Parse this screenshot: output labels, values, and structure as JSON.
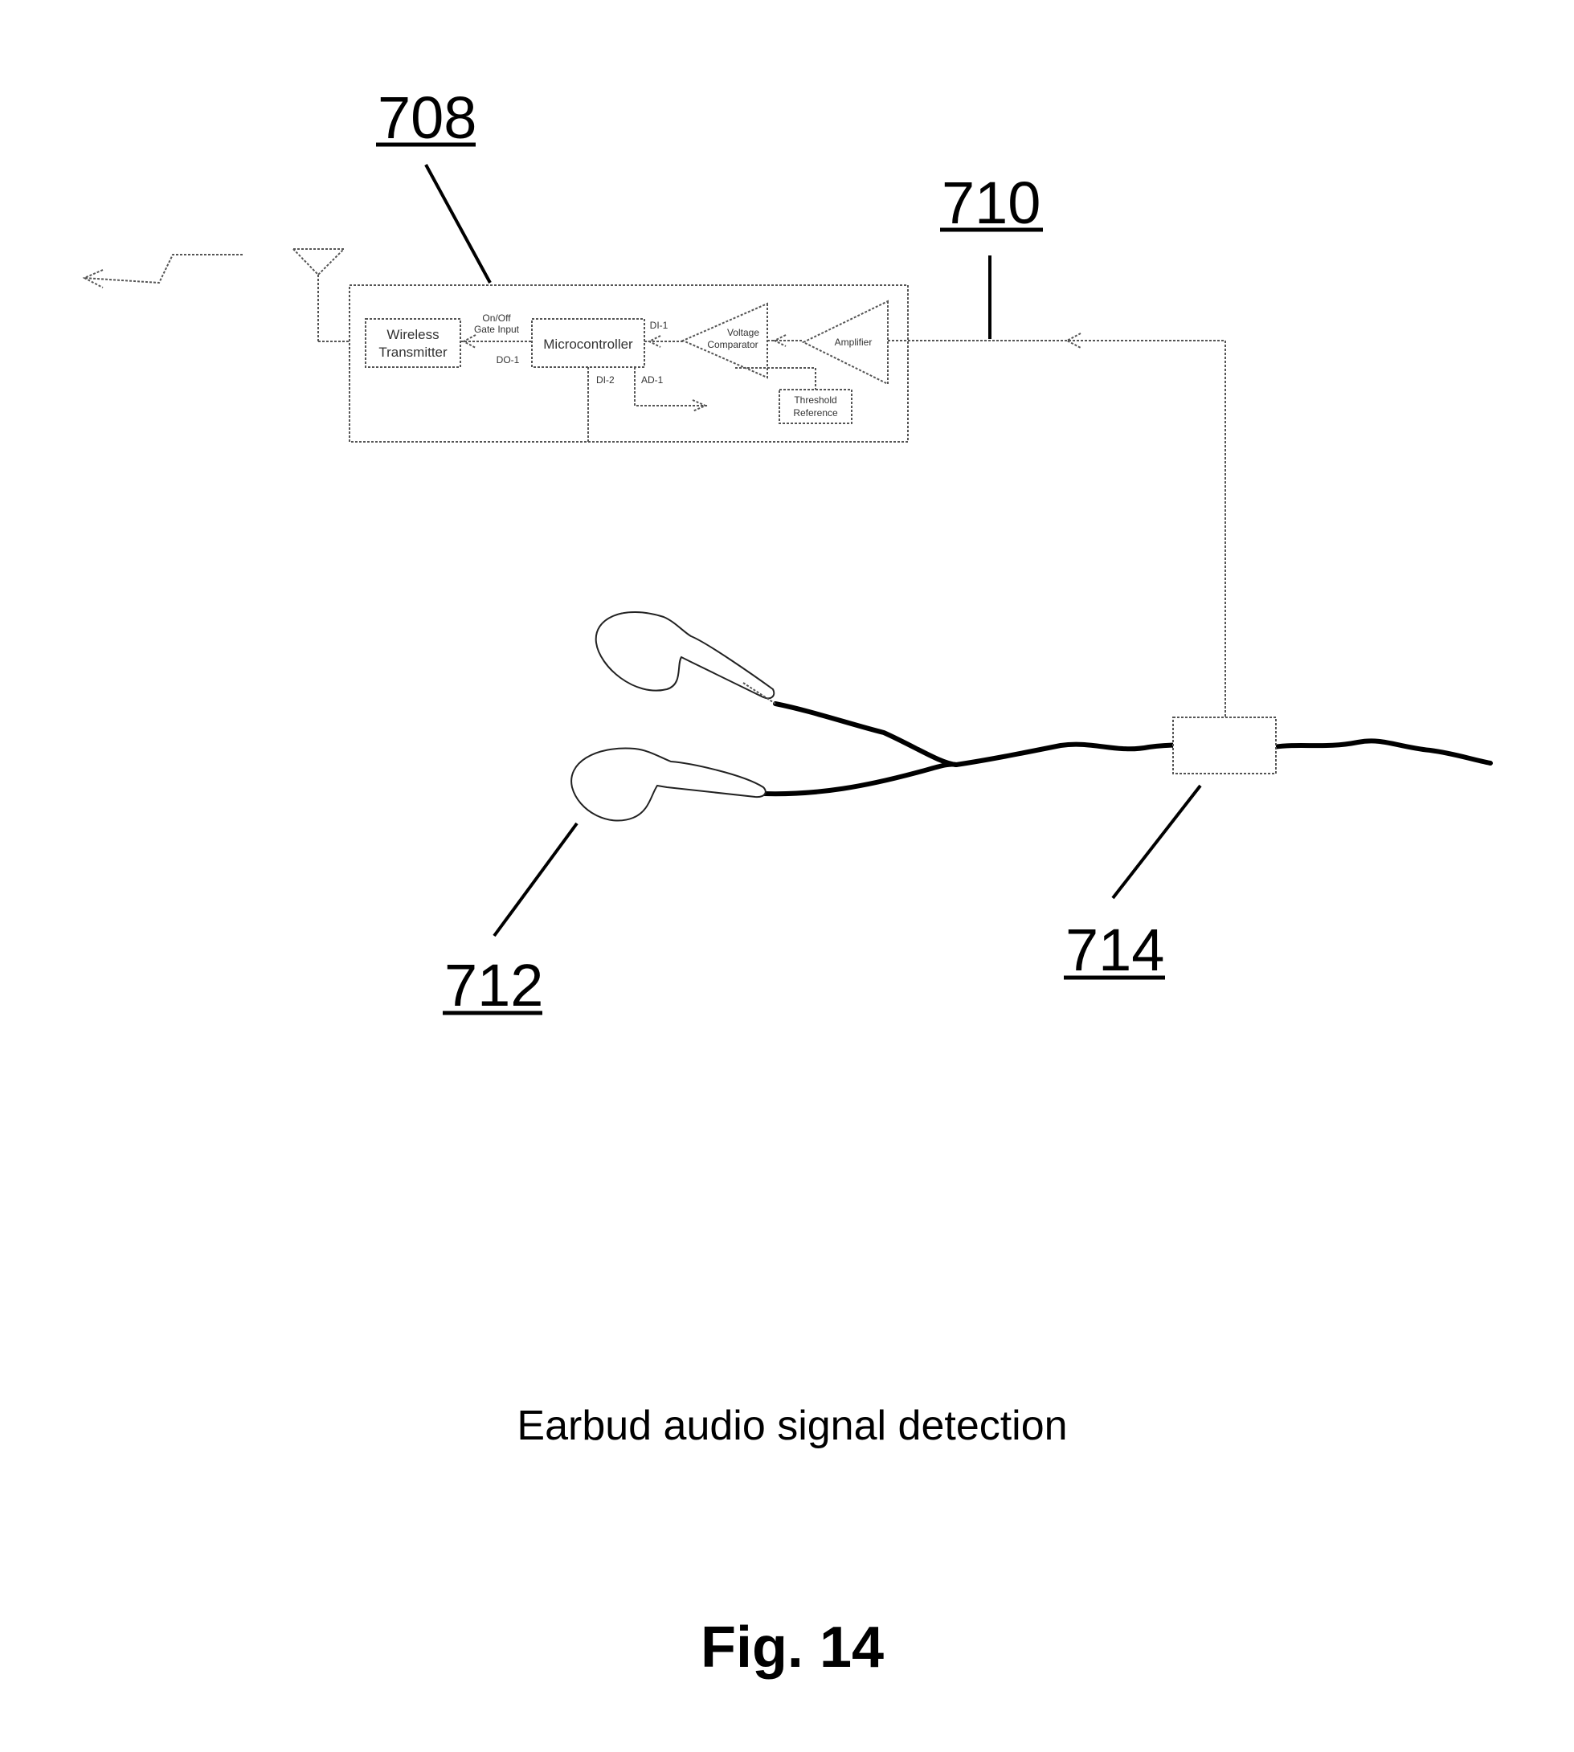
{
  "labels": {
    "ref_708": "708",
    "ref_710": "710",
    "ref_712": "712",
    "ref_714": "714"
  },
  "circuit": {
    "wireless_transmitter": [
      "Wireless",
      "Transmitter"
    ],
    "on_off_gate_input": [
      "On/Off",
      "Gate Input"
    ],
    "do1": "DO-1",
    "microcontroller": "Microcontroller",
    "di1": "DI-1",
    "voltage_comparator": [
      "Voltage",
      "Comparator"
    ],
    "amplifier": "Amplifier",
    "di2": "DI-2",
    "ad1": "AD-1",
    "threshold_reference": [
      "Threshold",
      "Reference"
    ]
  },
  "caption": "Earbud audio signal detection",
  "figure_label": "Fig. 14"
}
